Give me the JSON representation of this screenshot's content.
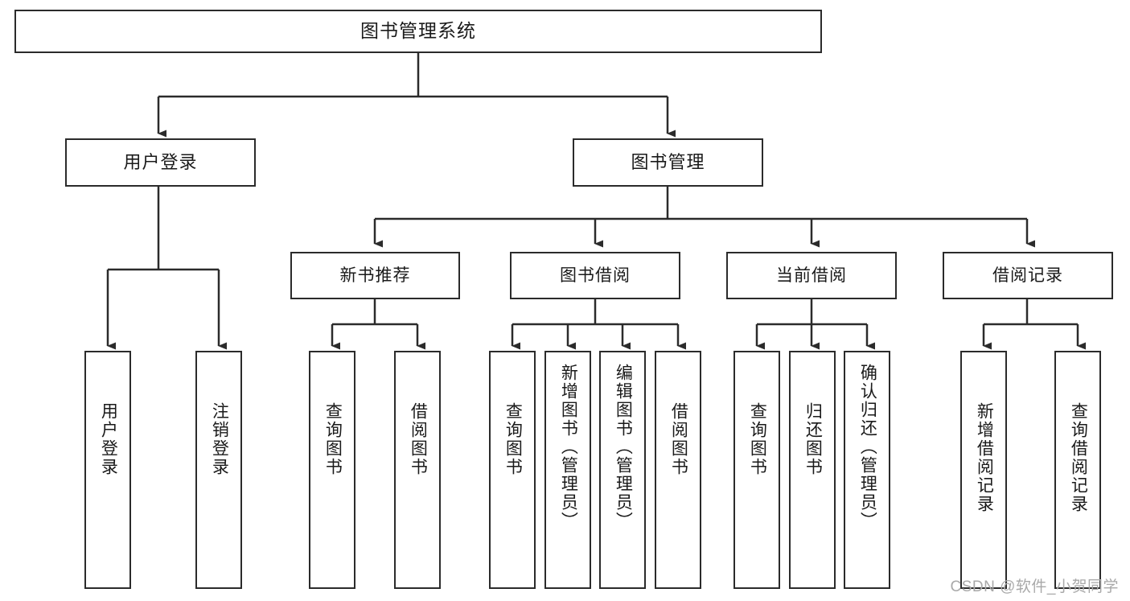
{
  "diagram": {
    "type": "tree-hierarchy",
    "title": "图书管理系统",
    "orientation": "top-down",
    "colors": {
      "stroke": "#2b2b2b",
      "fill": "#ffffff",
      "text": "#1a1a1a",
      "watermark": "#a9a9a9"
    },
    "root": {
      "label": "图书管理系统"
    },
    "level2": [
      {
        "id": "user-login",
        "label": "用户登录"
      },
      {
        "id": "book-manage",
        "label": "图书管理"
      }
    ],
    "level3": [
      {
        "id": "new-book-rec",
        "label": "新书推荐",
        "parent": "book-manage"
      },
      {
        "id": "book-borrow",
        "label": "图书借阅",
        "parent": "book-manage"
      },
      {
        "id": "current-borrow",
        "label": "当前借阅",
        "parent": "book-manage"
      },
      {
        "id": "borrow-record",
        "label": "借阅记录",
        "parent": "book-manage"
      }
    ],
    "leaves": [
      {
        "id": "leaf-user-login",
        "label": "用户登录",
        "parent": "user-login"
      },
      {
        "id": "leaf-user-logout",
        "label": "注销登录",
        "parent": "user-login"
      },
      {
        "id": "leaf-query-book-1",
        "label": "查询图书",
        "parent": "new-book-rec"
      },
      {
        "id": "leaf-borrow-book-1",
        "label": "借阅图书",
        "parent": "new-book-rec"
      },
      {
        "id": "leaf-query-book-2",
        "label": "查询图书",
        "parent": "book-borrow"
      },
      {
        "id": "leaf-add-book",
        "label": "新增图书（管理员）",
        "parent": "book-borrow"
      },
      {
        "id": "leaf-edit-book",
        "label": "编辑图书（管理员）",
        "parent": "book-borrow"
      },
      {
        "id": "leaf-borrow-book-2",
        "label": "借阅图书",
        "parent": "book-borrow"
      },
      {
        "id": "leaf-query-book-3",
        "label": "查询图书",
        "parent": "current-borrow"
      },
      {
        "id": "leaf-return-book",
        "label": "归还图书",
        "parent": "current-borrow"
      },
      {
        "id": "leaf-confirm-return",
        "label": "确认归还（管理员）",
        "parent": "current-borrow"
      },
      {
        "id": "leaf-add-record",
        "label": "新增借阅记录",
        "parent": "borrow-record"
      },
      {
        "id": "leaf-query-record",
        "label": "查询借阅记录",
        "parent": "borrow-record"
      }
    ]
  },
  "watermark": {
    "text": "CSDN @软件_小贺同学"
  }
}
